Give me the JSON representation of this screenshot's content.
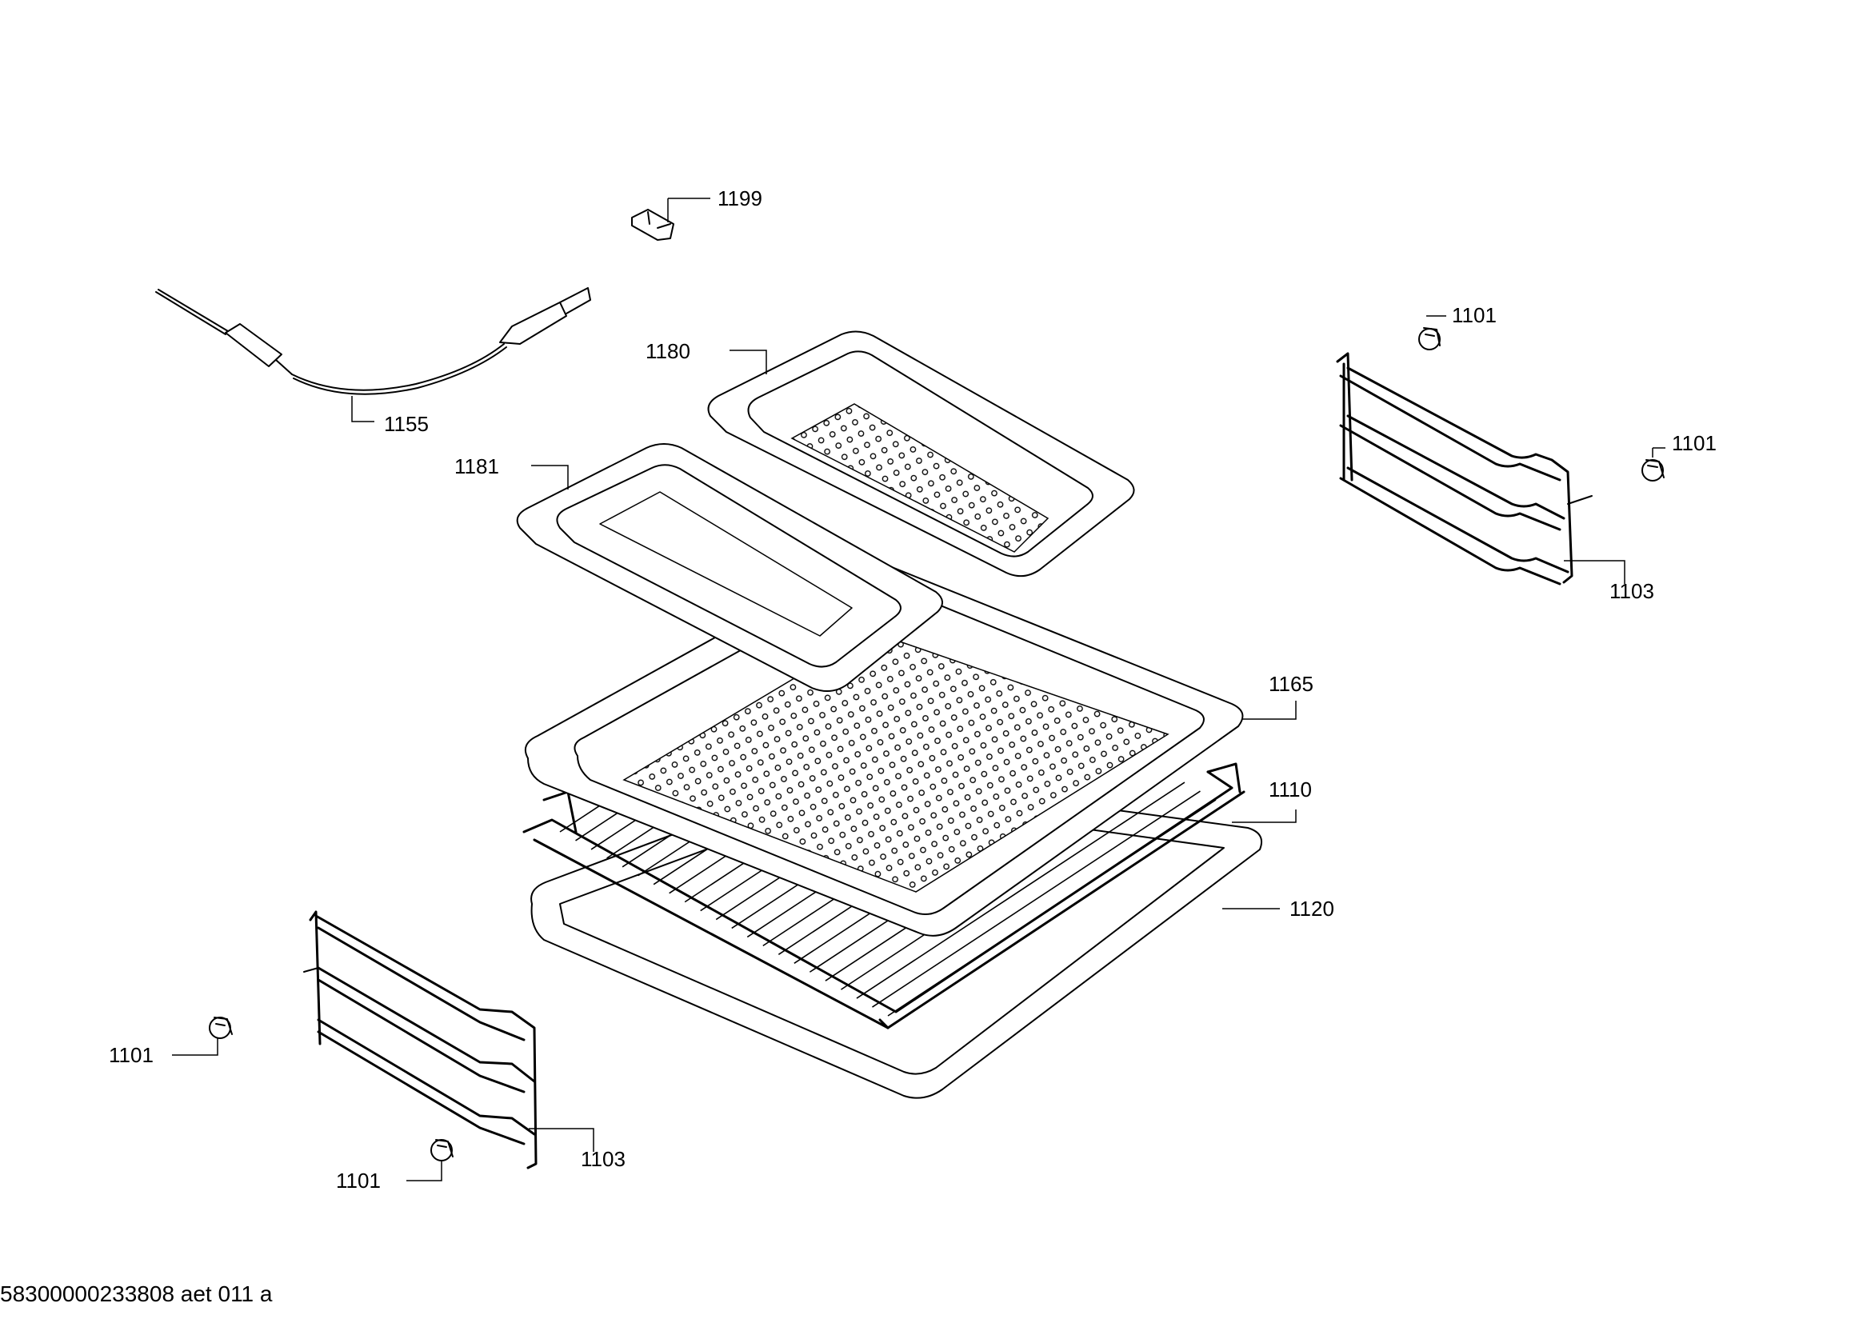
{
  "labels": {
    "p1199": "1199",
    "p1155": "1155",
    "p1180": "1180",
    "p1181": "1181",
    "p1101_a": "1101",
    "p1101_b": "1101",
    "p1103_right": "1103",
    "p1165": "1165",
    "p1110": "1110",
    "p1120": "1120",
    "p1101_c": "1101",
    "p1101_d": "1101",
    "p1103_left": "1103"
  },
  "footer": {
    "document_id": "58300000233808 aet 011 a"
  }
}
